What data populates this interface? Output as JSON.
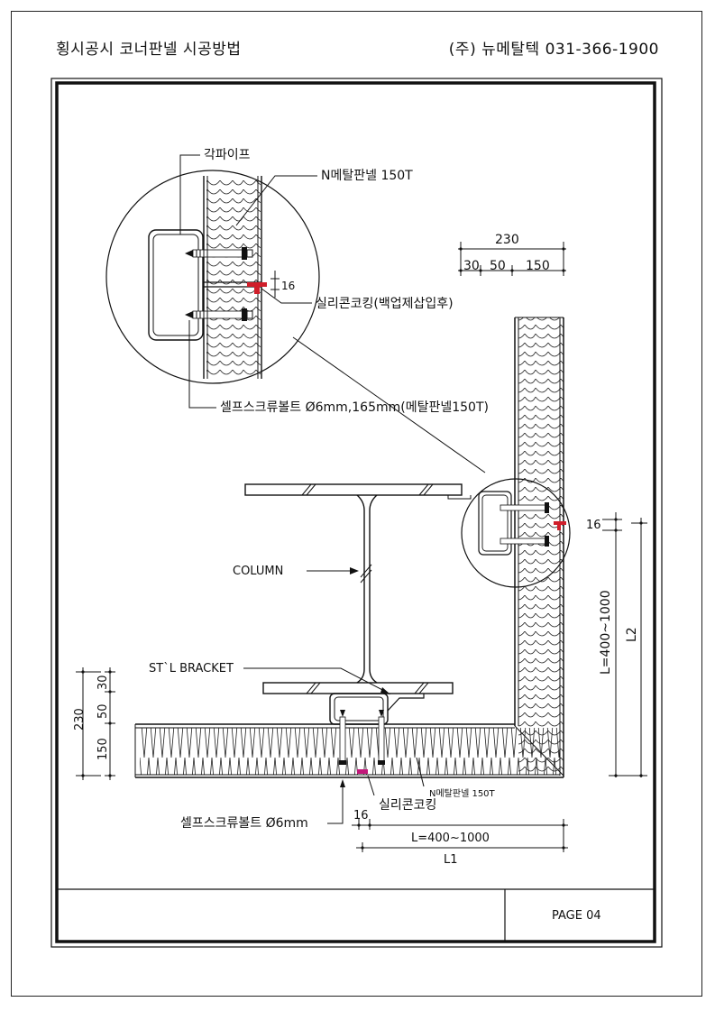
{
  "header": {
    "title": "횡시공시 코너판넬 시공방법",
    "company": "(주) 뉴메탈텍 031-366-1900"
  },
  "labels": {
    "square_pipe": "각파이프",
    "panel": "N메탈판넬 150T",
    "silicone_backup": "실리콘코킹(백업제삽입후)",
    "screw_bolt": "셀프스크류볼트 Ø6mm,165mm(메탈판넬150T)",
    "column": "COLUMN",
    "bracket": "ST`L BRACKET",
    "silicone": "실리콘코킹",
    "panel_small": "N메탈판넬 150T",
    "screw_bolt_small": "셀프스크류볼트 Ø6mm"
  },
  "dimensions": {
    "d16": "16",
    "d230": "230",
    "d30": "30",
    "d50": "50",
    "d150": "150",
    "range_l": "L=400~1000",
    "l1": "L1",
    "l2": "L2"
  },
  "footer": {
    "page": "PAGE  04"
  },
  "colors": {
    "line": "#111111",
    "accent": "#d01e2a",
    "magenta": "#c2187a"
  }
}
